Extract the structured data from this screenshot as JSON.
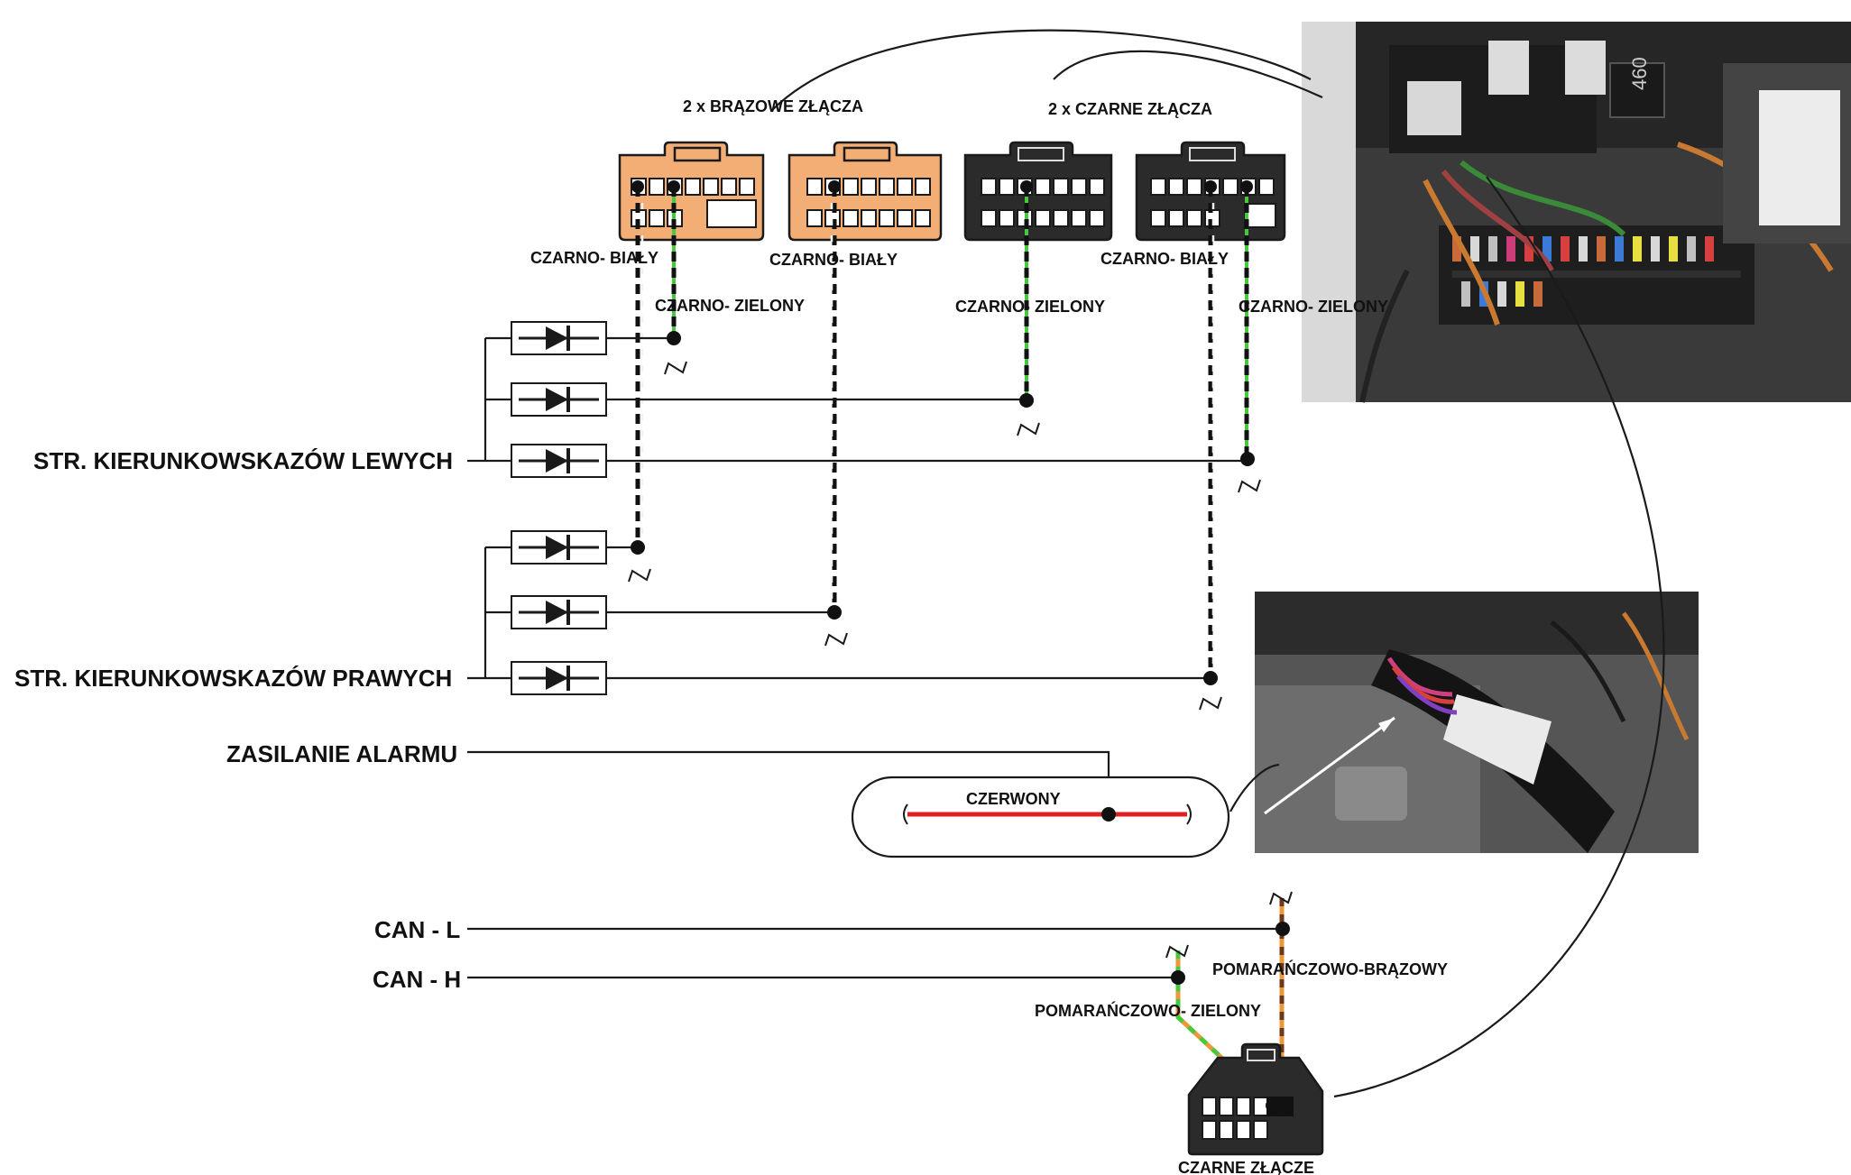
{
  "headings": {
    "brown_connectors": "2 x BRĄZOWE   ZŁĄCZA",
    "black_connectors": "2 x CZARNE    ZŁĄCZA",
    "black_connector_bottom": "CZARNE   ZŁĄCZE"
  },
  "wire_labels": {
    "b1_white": "CZARNO- BIAŁY",
    "b1_green": "CZARNO- ZIELONY",
    "b2_white": "CZARNO- BIAŁY",
    "k1_green": "CZARNO- ZIELONY",
    "k2_white": "CZARNO- BIAŁY",
    "k2_green": "CZARNO- ZIELONY",
    "red": "CZERWONY",
    "can_h": "POMARAŃCZOWO- ZIELONY",
    "can_l": "POMARAŃCZOWO-BRĄZOWY"
  },
  "signals": {
    "left_turn": "STR. KIERUNKOWSKAZÓW LEWYCH",
    "right_turn": "STR. KIERUNKOWSKAZÓW PRAWYCH",
    "alarm_power": "ZASILANIE ALARMU",
    "can_l": "CAN - L",
    "can_h": "CAN - H"
  },
  "photos": {
    "fuse_box": "fuse-box-photo",
    "harness": "wiring-harness-photo",
    "relay_marking": "460"
  },
  "colors": {
    "brown_connector": "#f3ae75",
    "black_connector": "#2b2b2b",
    "green_wire": "#46c93a",
    "red_wire": "#e02020",
    "orange_wire": "#e89a3a",
    "line": "#1a1a1a"
  }
}
